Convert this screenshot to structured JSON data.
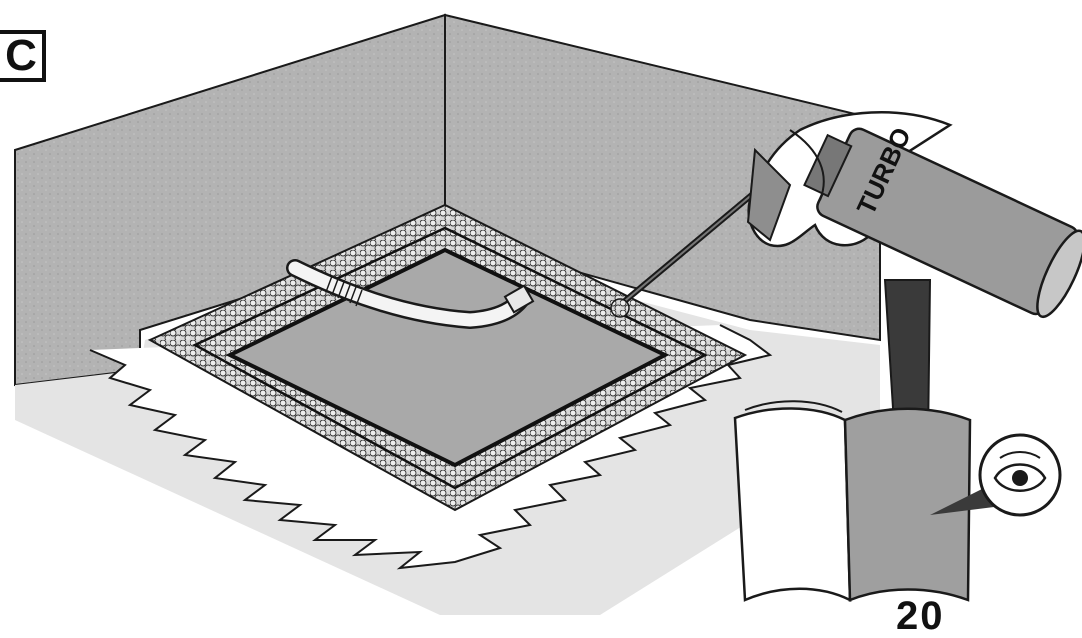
{
  "step": {
    "label": "C"
  },
  "can": {
    "brand_text": "TURBO"
  },
  "manual": {
    "page_number": "20",
    "eye_icon": "eye-icon"
  },
  "colors": {
    "wall": "#b8b8b8",
    "floor": "#e2e2e2",
    "basin": "#a9a9a9",
    "foam": "#cfcfcf",
    "outline": "#1a1a1a",
    "paper": "#ffffff"
  }
}
